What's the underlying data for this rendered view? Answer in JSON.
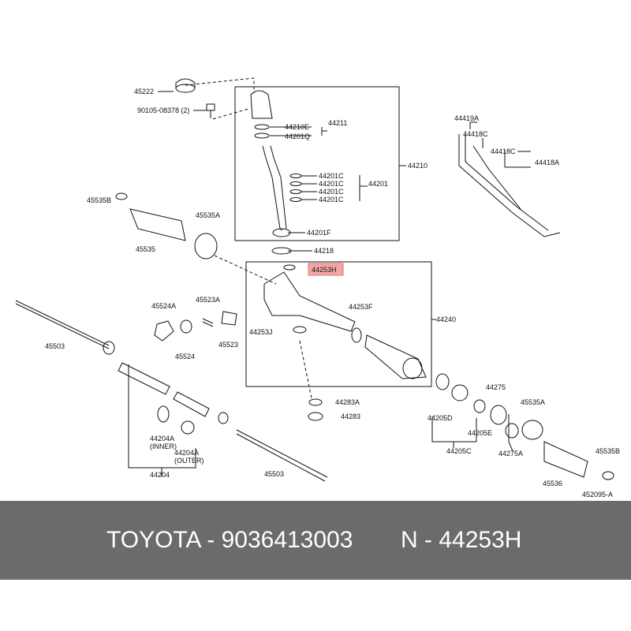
{
  "footer": {
    "left_text": "TOYOTA - 9036413003",
    "right_text": "N - 44253H"
  },
  "highlight_color": "#f4a7a7",
  "labels": {
    "l45222": "45222",
    "l90105": "90105-08378 (2)",
    "l44210E": "44210E",
    "l44211": "44211",
    "l44201Q": "44201Q",
    "l44210": "44210",
    "l44201C1": "44201C",
    "l44201C2": "44201C",
    "l44201C3": "44201C",
    "l44201C4": "44201C",
    "l44201": "44201",
    "l44201F": "44201F",
    "l44218": "44218",
    "l44253H": "44253H",
    "l44240": "44240",
    "l44253F": "44253F",
    "l44253J": "44253J",
    "l44283A": "44283A",
    "l44283": "44283",
    "l44419A": "44419A",
    "l44418C1": "44418C",
    "l44418C2": "44418C",
    "l44418A": "44418A",
    "l45535B_left": "45535B",
    "l45535A_left": "45535A",
    "l45535_left": "45535",
    "l45524A": "45524A",
    "l45523A": "45523A",
    "l45524": "45524",
    "l45523": "45523",
    "l45503_top": "45503",
    "l45503_bot": "45503",
    "l44204A_inner": "44204A",
    "l44204A_inner2": "(INNER)",
    "l44204A_outer": "44204A",
    "l44204A_outer2": "(OUTER)",
    "l44204": "44204",
    "l44205D": "44205D",
    "l44205C": "44205C",
    "l44205E": "44205E",
    "l44275": "44275",
    "l44275A": "44275A",
    "l45535A_right": "45535A",
    "l45536": "45536",
    "l45535B_right": "45535B",
    "l452095A": "452095-A"
  }
}
